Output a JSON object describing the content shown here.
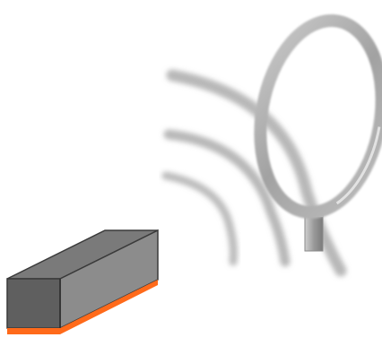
{
  "diagram": {
    "elements": [
      {
        "id": "bar-magnet",
        "kind": "rectangular bar"
      },
      {
        "id": "magnetic-field-waves",
        "kind": "curved arcs",
        "count": 3
      },
      {
        "id": "wire-loop",
        "kind": "ring on a stand"
      }
    ],
    "colors": {
      "background": "#ffffff",
      "bar_top": "#7a7a7a",
      "bar_front": "#5d5d5d",
      "bar_side": "#8c8c8c",
      "bar_edge": "#ff6a1a",
      "wave": "#b5b5b5",
      "loop": "#a9a9a9"
    }
  }
}
